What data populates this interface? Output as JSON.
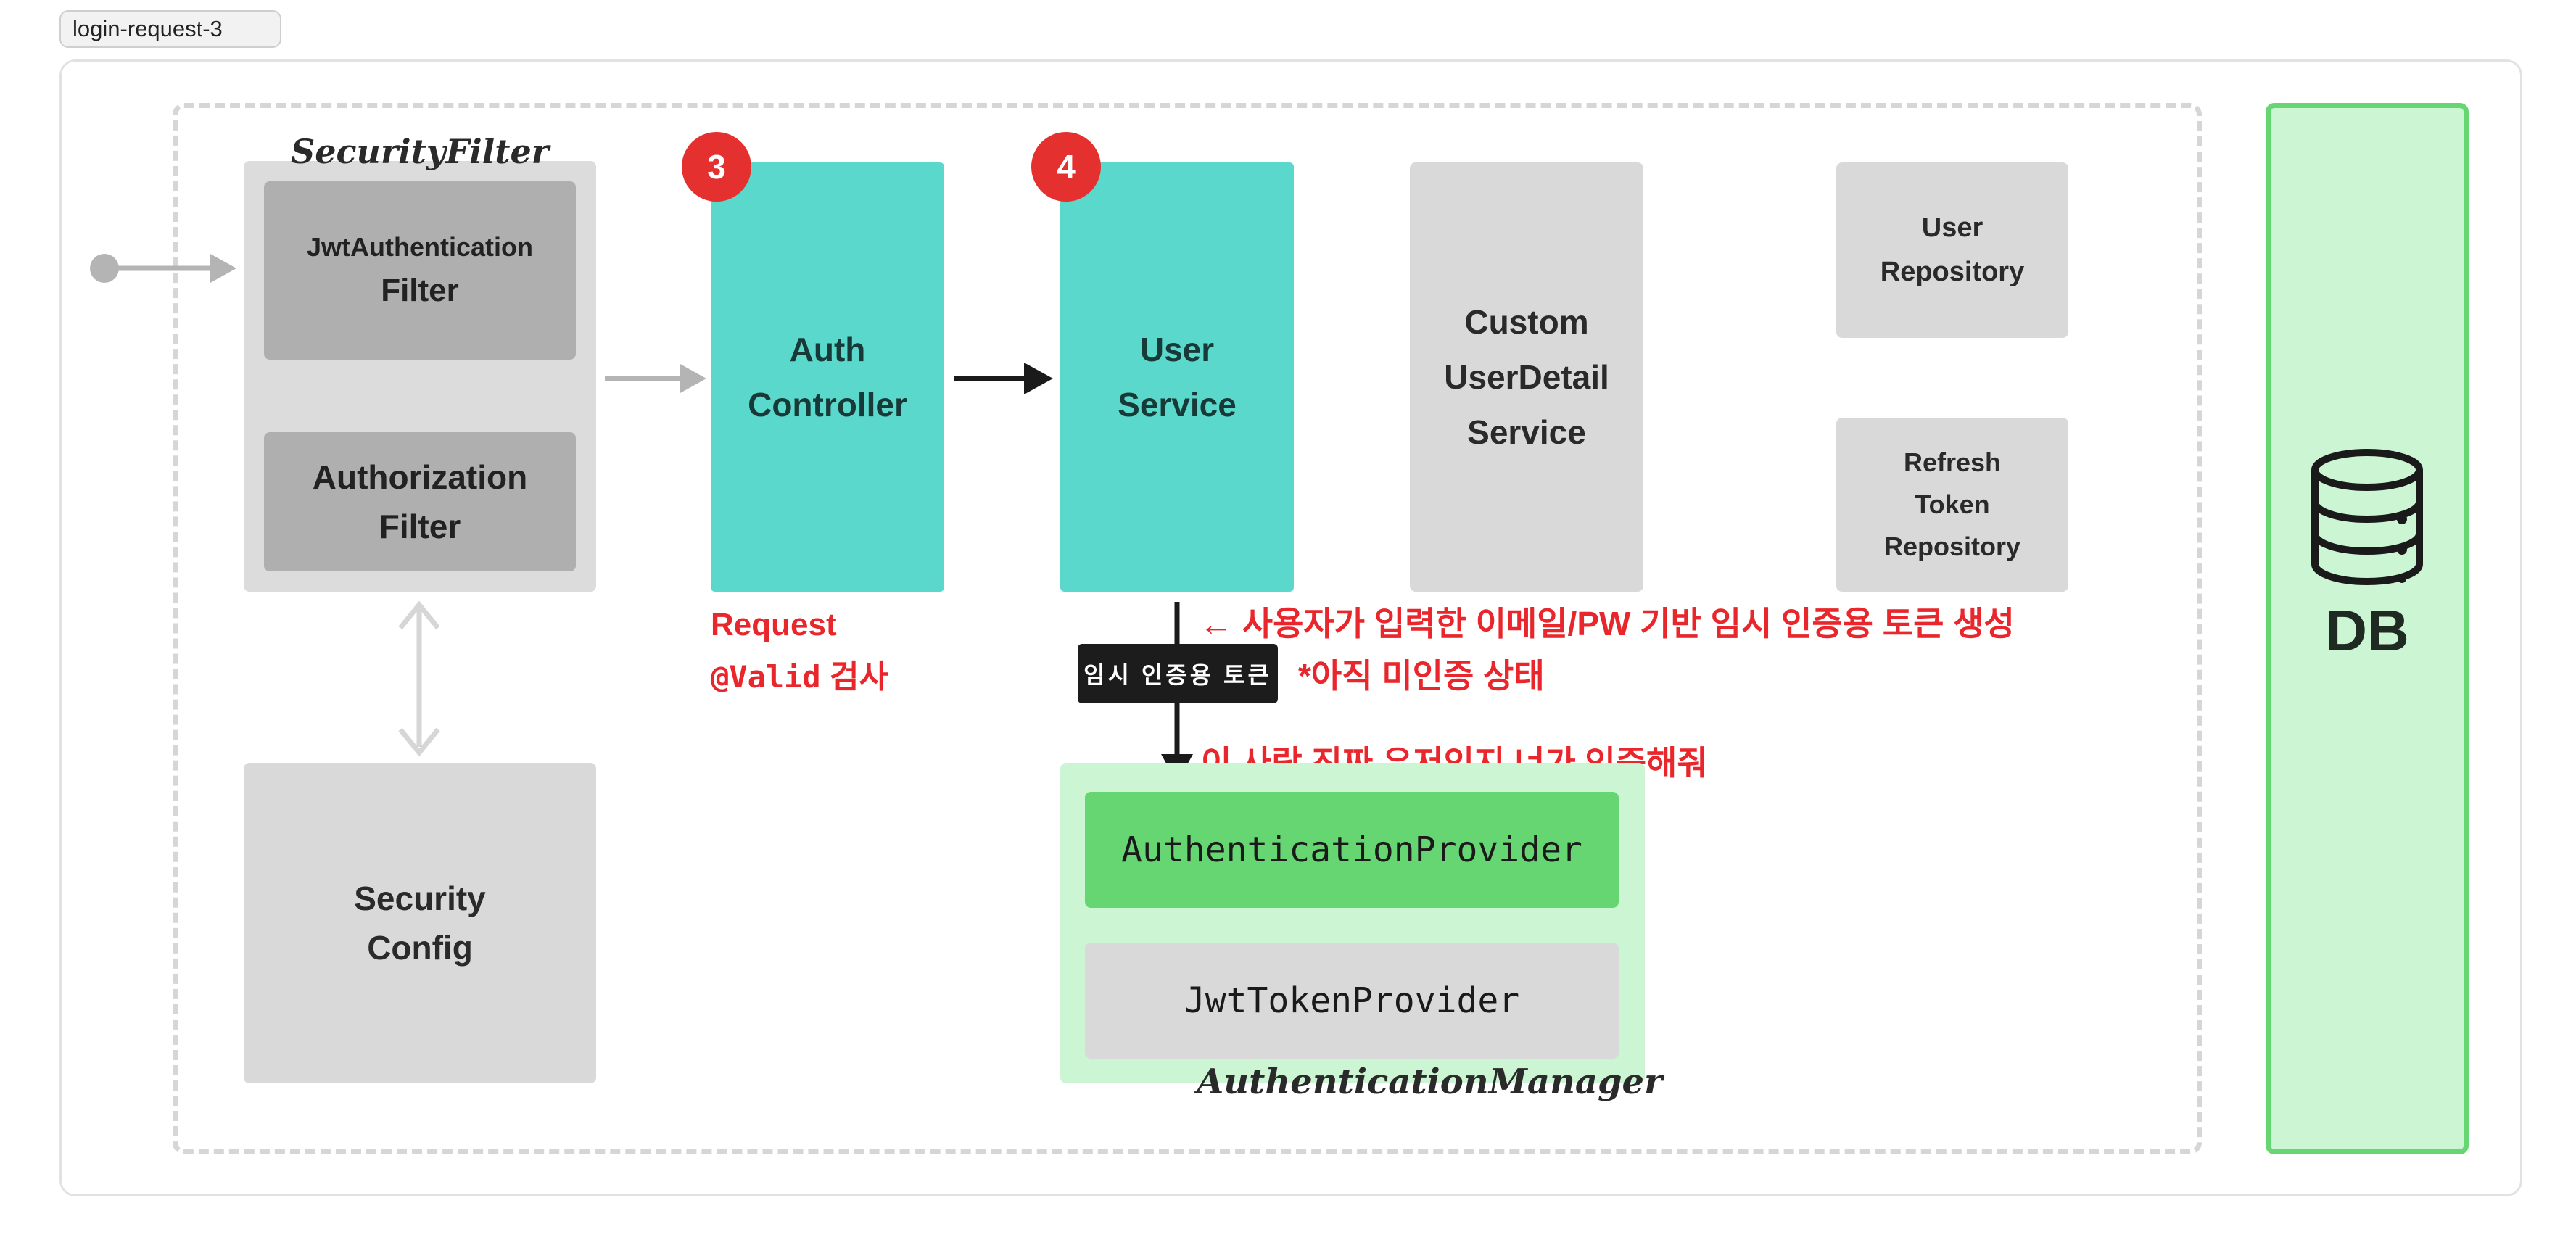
{
  "frame": {
    "tag": "login-request-3"
  },
  "security_filter": {
    "title": "SecurityFilter",
    "jwt_filter": {
      "line1": "JwtAuthentication",
      "line2": "Filter"
    },
    "authorization_filter": {
      "line1": "Authorization",
      "line2": "Filter"
    }
  },
  "security_config": {
    "line1": "Security",
    "line2": "Config"
  },
  "auth_controller": {
    "badge": "3",
    "line1": "Auth",
    "line2": "Controller",
    "note_line1": "Request",
    "note_line2_code": "@Valid",
    "note_line2_text": "검사"
  },
  "user_service": {
    "badge": "4",
    "line1": "User",
    "line2": "Service"
  },
  "custom_user_detail_service": {
    "line1": "Custom",
    "line2": "UserDetail",
    "line3": "Service"
  },
  "user_repository": {
    "line1": "User",
    "line2": "Repository"
  },
  "refresh_token_repository": {
    "line1": "Refresh",
    "line2": "Token",
    "line3": "Repository"
  },
  "authentication_manager": {
    "title": "AuthenticationManager",
    "authentication_provider": "AuthenticationProvider",
    "jwt_token_provider": "JwtTokenProvider"
  },
  "flow_annotations": {
    "token_label": "임시 인증용 토큰",
    "arrow_note": "← 사용자가 입력한 이메일/PW 기반 임시 인증용 토큰 생성",
    "status_note": "*아직 미인증 상태",
    "request_note": "이 사람 진짜 유저인지 너가 인증해줘"
  },
  "database": {
    "label": "DB"
  },
  "colors": {
    "teal": "#5ad8cc",
    "red_badge": "#e53030",
    "red_text": "#e8262b",
    "green_fill": "#ccf5d4",
    "green_strong": "#66d673",
    "gray_box": "#d9d9d9",
    "dark_gray_box": "#afafaf"
  }
}
